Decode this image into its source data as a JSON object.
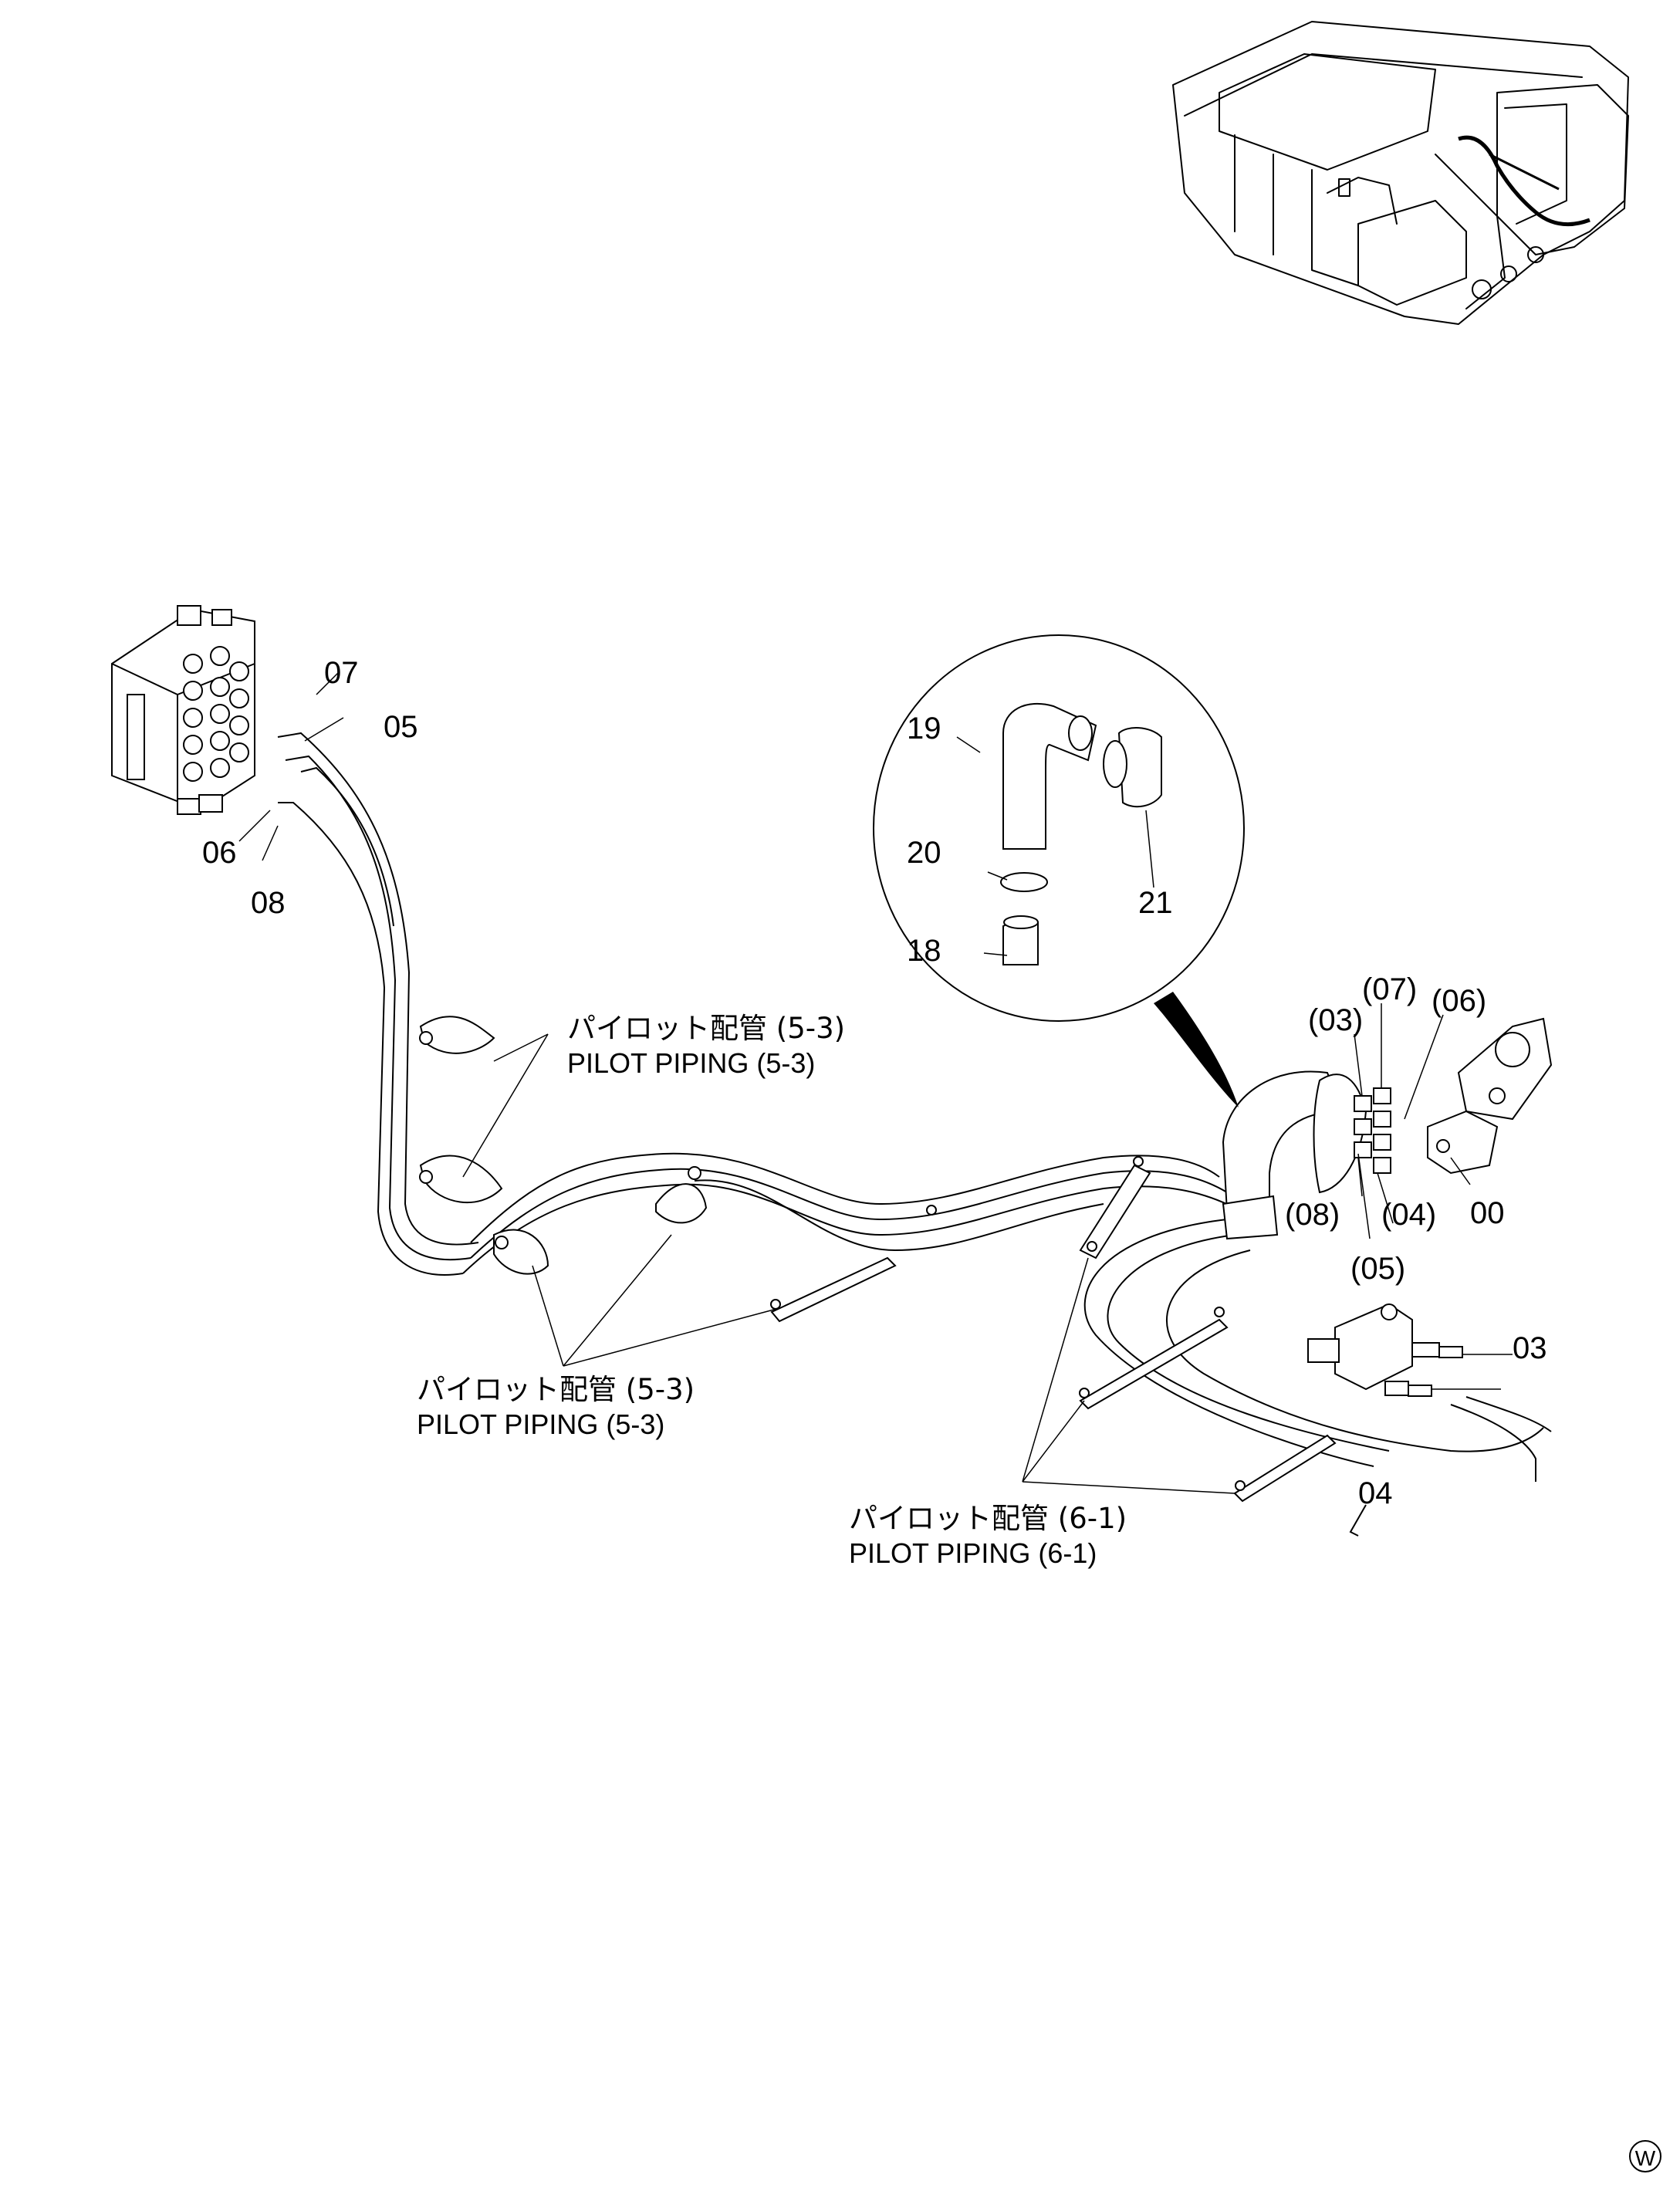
{
  "callouts": {
    "p07": "07",
    "p05": "05",
    "p06": "06",
    "p08": "08",
    "p19": "19",
    "p20": "20",
    "p21": "21",
    "p18": "18",
    "p00": "00",
    "p03": "03",
    "p04": "04"
  },
  "refs": {
    "r03": "(03)",
    "r07": "(07)",
    "r06": "(06)",
    "r08": "(08)",
    "r04": "(04)",
    "r05": "(05)"
  },
  "notes": {
    "n1_jp": "パイロット配管 (5-3)",
    "n1_en": "PILOT  PIPING (5-3)",
    "n2_jp": "パイロット配管 (5-3)",
    "n2_en": "PILOT  PIPING (5-3)",
    "n3_jp": "パイロット配管 (6-1)",
    "n3_en": "PILOT  PIPING (6-1)"
  },
  "corner_mark": "W"
}
